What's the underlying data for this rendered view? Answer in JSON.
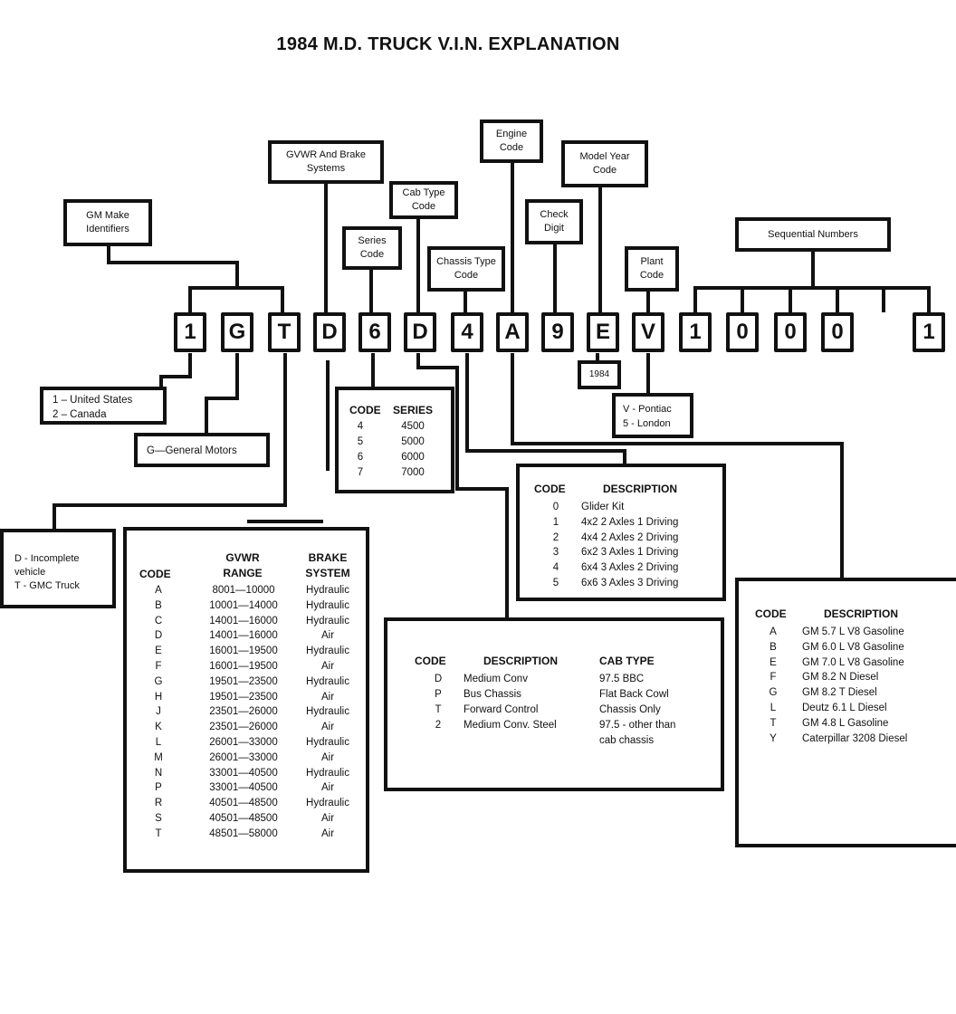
{
  "title": "1984 M.D. TRUCK V.I.N. EXPLANATION",
  "vin_chars": [
    "1",
    "G",
    "T",
    "D",
    "6",
    "D",
    "4",
    "A",
    "9",
    "E",
    "V",
    "1",
    "0",
    "0",
    "0",
    "1"
  ],
  "labels": {
    "gm_make": "GM Make Identifiers",
    "gvwr_brake": "GVWR And Brake Systems",
    "cab_type": "Cab Type Code",
    "series": "Series Code",
    "chassis_type": "Chassis Type Code",
    "engine": "Engine Code",
    "check_digit": "Check Digit",
    "model_year": "Model Year Code",
    "plant": "Plant Code",
    "sequential": "Sequential Numbers"
  },
  "model_year_value": "1984",
  "country": [
    "1 – United States",
    "2 – Canada"
  ],
  "manufacturer": "G—General Motors",
  "vehicle_type": [
    "D - Incomplete vehicle",
    "T - GMC Truck"
  ],
  "plant_codes": [
    "V - Pontiac",
    "5 - London"
  ],
  "series_table": {
    "headers": [
      "CODE",
      "SERIES"
    ],
    "rows": [
      [
        "4",
        "4500"
      ],
      [
        "5",
        "5000"
      ],
      [
        "6",
        "6000"
      ],
      [
        "7",
        "7000"
      ]
    ]
  },
  "gvwr_table": {
    "headers": [
      "CODE",
      "GVWR RANGE",
      "BRAKE SYSTEM"
    ],
    "rows": [
      [
        "A",
        "8001—10000",
        "Hydraulic"
      ],
      [
        "B",
        "10001—14000",
        "Hydraulic"
      ],
      [
        "C",
        "14001—16000",
        "Hydraulic"
      ],
      [
        "D",
        "14001—16000",
        "Air"
      ],
      [
        "E",
        "16001—19500",
        "Hydraulic"
      ],
      [
        "F",
        "16001—19500",
        "Air"
      ],
      [
        "G",
        "19501—23500",
        "Hydraulic"
      ],
      [
        "H",
        "19501—23500",
        "Air"
      ],
      [
        "J",
        "23501—26000",
        "Hydraulic"
      ],
      [
        "K",
        "23501—26000",
        "Air"
      ],
      [
        "L",
        "26001—33000",
        "Hydraulic"
      ],
      [
        "M",
        "26001—33000",
        "Air"
      ],
      [
        "N",
        "33001—40500",
        "Hydraulic"
      ],
      [
        "P",
        "33001—40500",
        "Air"
      ],
      [
        "R",
        "40501—48500",
        "Hydraulic"
      ],
      [
        "S",
        "40501—48500",
        "Air"
      ],
      [
        "T",
        "48501—58000",
        "Air"
      ]
    ]
  },
  "chassis_table": {
    "headers": [
      "CODE",
      "DESCRIPTION"
    ],
    "rows": [
      [
        "0",
        "Glider Kit"
      ],
      [
        "1",
        "4x2  2 Axles 1 Driving"
      ],
      [
        "2",
        "4x4  2 Axles 2 Driving"
      ],
      [
        "3",
        "6x2  3 Axles 1 Driving"
      ],
      [
        "4",
        "6x4  3 Axles 2 Driving"
      ],
      [
        "5",
        "6x6  3 Axles 3 Driving"
      ]
    ]
  },
  "cab_table": {
    "headers": [
      "CODE",
      "DESCRIPTION",
      "CAB TYPE"
    ],
    "rows": [
      [
        "D",
        "Medium Conv",
        "97.5 BBC"
      ],
      [
        "P",
        "Bus Chassis",
        "Flat Back Cowl"
      ],
      [
        "T",
        "Forward Control",
        "Chassis Only"
      ],
      [
        "2",
        "Medium Conv. Steel",
        "97.5 - other than"
      ],
      [
        "",
        "",
        "cab chassis"
      ]
    ]
  },
  "engine_table": {
    "headers": [
      "CODE",
      "DESCRIPTION"
    ],
    "rows": [
      [
        "A",
        "GM 5.7 L V8 Gasoline"
      ],
      [
        "B",
        "GM 6.0 L V8 Gasoline"
      ],
      [
        "E",
        "GM 7.0 L V8 Gasoline"
      ],
      [
        "F",
        "GM 8.2 N Diesel"
      ],
      [
        "G",
        "GM 8.2 T Diesel"
      ],
      [
        "L",
        "Deutz 6.1 L Diesel"
      ],
      [
        "T",
        "GM 4.8 L Gasoline"
      ],
      [
        "Y",
        "Caterpillar 3208 Diesel"
      ]
    ]
  }
}
